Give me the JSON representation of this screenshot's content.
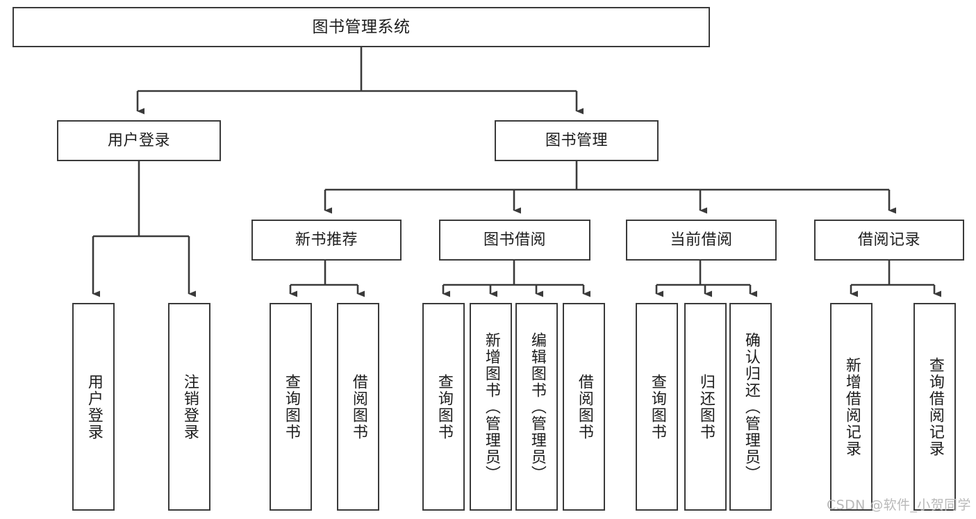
{
  "diagram": {
    "type": "tree-hierarchy",
    "title": "图书管理系统",
    "orientation": "top-down",
    "edge_style": "orthogonal-arrow",
    "colors": {
      "box_border": "#3a3a3a",
      "box_fill": "#ffffff",
      "connector": "#3a3a3a",
      "text": "#1d1d1d",
      "watermark": "#b9b9b9",
      "background": "#ffffff"
    },
    "root": {
      "label": "图书管理系统"
    },
    "level2": [
      {
        "label": "用户登录"
      },
      {
        "label": "图书管理"
      }
    ],
    "level3": [
      {
        "label": "新书推荐"
      },
      {
        "label": "图书借阅"
      },
      {
        "label": "当前借阅"
      },
      {
        "label": "借阅记录"
      }
    ],
    "leaves": {
      "user_login": [
        {
          "label": "用户登录"
        },
        {
          "label": "注销登录"
        }
      ],
      "new_book_recommend": [
        {
          "label": "查询图书"
        },
        {
          "label": "借阅图书"
        }
      ],
      "book_borrow": [
        {
          "label": "查询图书"
        },
        {
          "label": "新增图书（管理员）"
        },
        {
          "label": "编辑图书（管理员）"
        },
        {
          "label": "借阅图书"
        }
      ],
      "current_borrow": [
        {
          "label": "查询图书"
        },
        {
          "label": "归还图书"
        },
        {
          "label": "确认归还（管理员）"
        }
      ],
      "borrow_record": [
        {
          "label": "新增借阅记录"
        },
        {
          "label": "查询借阅记录"
        }
      ]
    },
    "watermark": "CSDN @软件_小贺同学"
  }
}
